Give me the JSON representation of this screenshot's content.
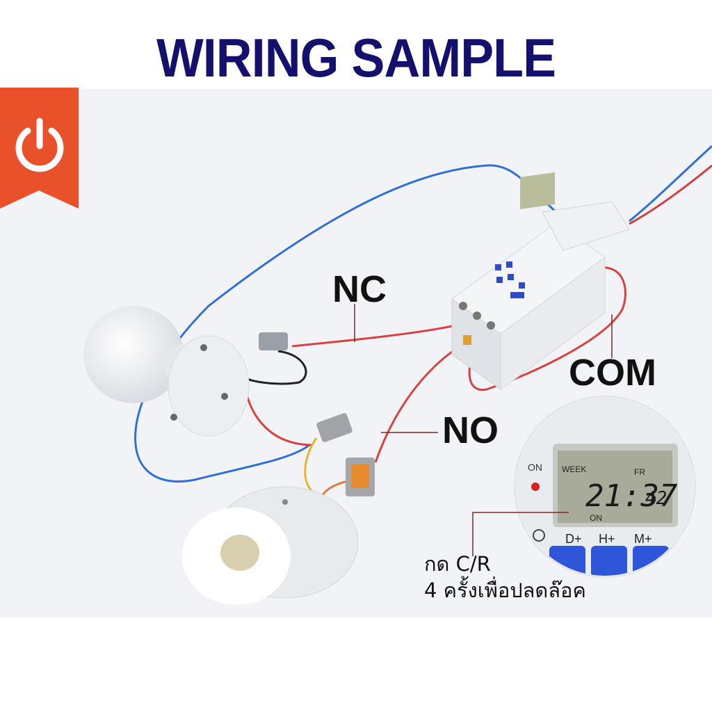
{
  "header": {
    "title": "WIRING SAMPLE"
  },
  "brand": {
    "icon": "power-icon",
    "color": "#e9512b"
  },
  "terminals": {
    "nc": "NC",
    "no": "NO",
    "com": "COM"
  },
  "display": {
    "on_label": "ON",
    "week_label": "WEEK",
    "day_label": "FR",
    "time": "21:37",
    "seconds": "42",
    "on_indicator": "ON",
    "buttons": [
      "D+",
      "H+",
      "M+"
    ]
  },
  "caption": {
    "line1": "กด C/R",
    "line2": "4 ครั้งเพื่อปลดล๊อค"
  },
  "colors": {
    "title": "#14106e",
    "live_wire": "#e0383a",
    "neutral_wire": "#2f6fd6"
  }
}
